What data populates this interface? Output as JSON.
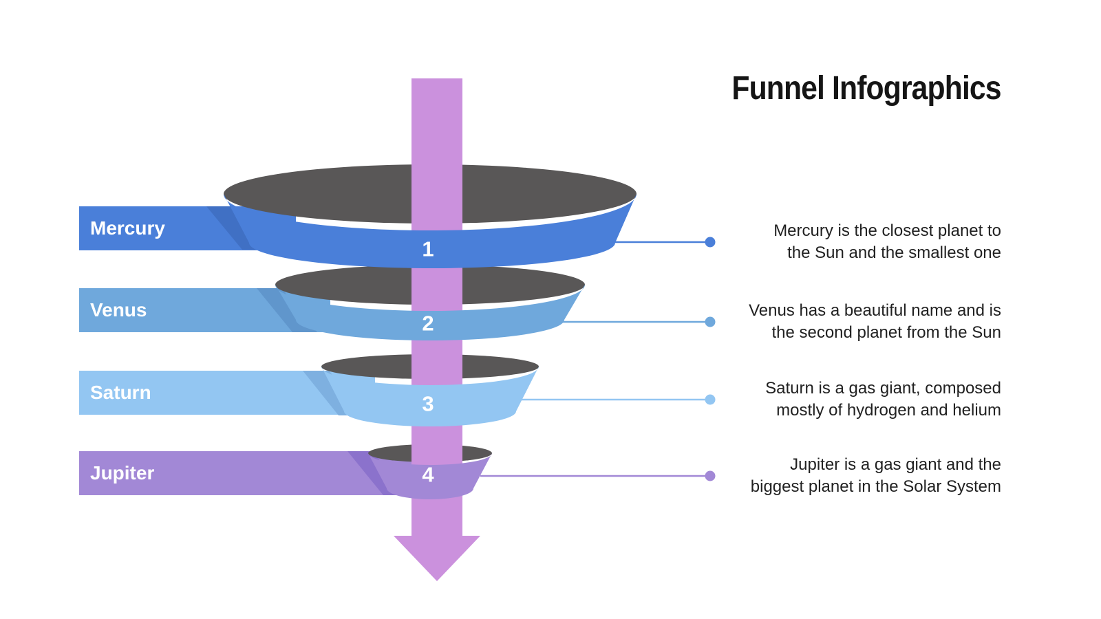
{
  "title": "Funnel Infographics",
  "steps": [
    {
      "number": "1",
      "label": "Mercury",
      "desc_lines": [
        "Mercury is the closest planet to",
        "the Sun and the smallest one"
      ],
      "color": "#4a7fd9",
      "fold_color": "#4070c4"
    },
    {
      "number": "2",
      "label": "Venus",
      "desc_lines": [
        "Venus has a beautiful name and is",
        "the second planet from the Sun"
      ],
      "color": "#6fa8dc",
      "fold_color": "#6096cc"
    },
    {
      "number": "3",
      "label": "Saturn",
      "desc_lines": [
        "Saturn is a gas giant, composed",
        "mostly of hydrogen and helium"
      ],
      "color": "#93c6f2",
      "fold_color": "#7eb0e0"
    },
    {
      "number": "4",
      "label": "Jupiter",
      "desc_lines": [
        "Jupiter is a gas giant and the",
        "biggest planet in the Solar System"
      ],
      "color": "#a288d6",
      "fold_color": "#8b72cc"
    }
  ],
  "arrow_color": "#cb91dd",
  "funnel_gray": "#595757",
  "text_color": "#212121",
  "background_color": "#ffffff"
}
